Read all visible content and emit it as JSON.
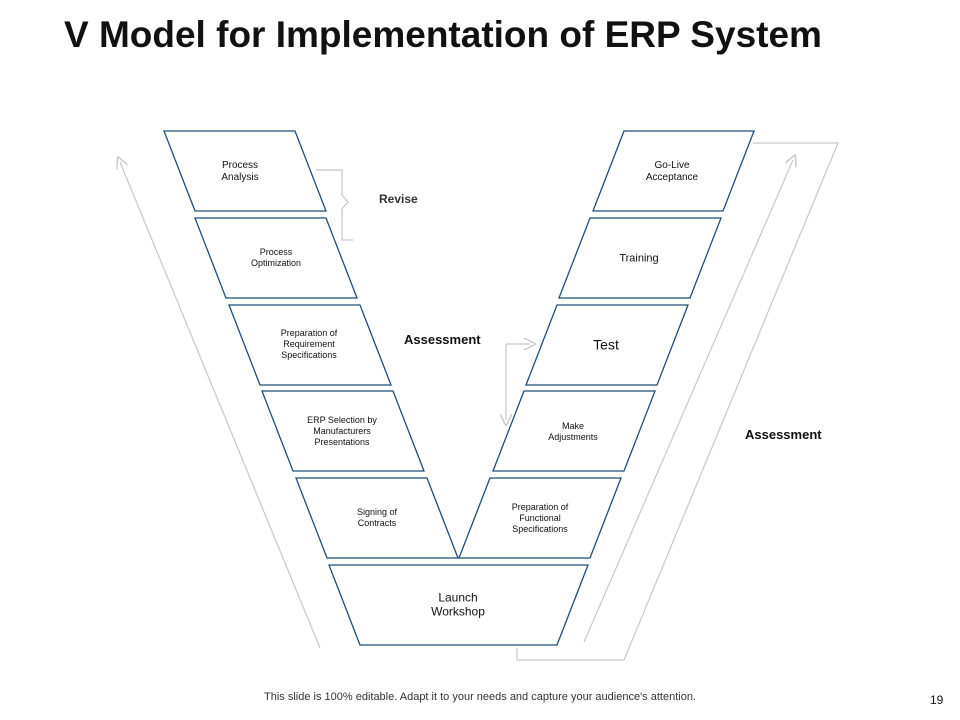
{
  "title": "V Model for Implementation of ERP System",
  "left_steps": [
    "Process\nAnalysis",
    "Process\nOptimization",
    "Preparation of\nRequirement\nSpecifications",
    "ERP  Selection by\nManufacturers\nPresentations",
    "Signing of\nContracts"
  ],
  "right_steps": [
    "Go-Live\nAcceptance",
    "Training",
    "Test",
    "Make\nAdjustments",
    "Preparation of\nFunctional\nSpecifications"
  ],
  "bottom_step": "Launch\nWorkshop",
  "labels": {
    "revise": "Revise",
    "assessment_center": "Assessment",
    "assessment_right": "Assessment"
  },
  "footer": "This slide is 100% editable. Adapt it to your needs and capture your audience's attention.",
  "page_number": "19",
  "colors": {
    "box_border": "#1f4e79",
    "arrow_gray": "#c8c8c8"
  }
}
